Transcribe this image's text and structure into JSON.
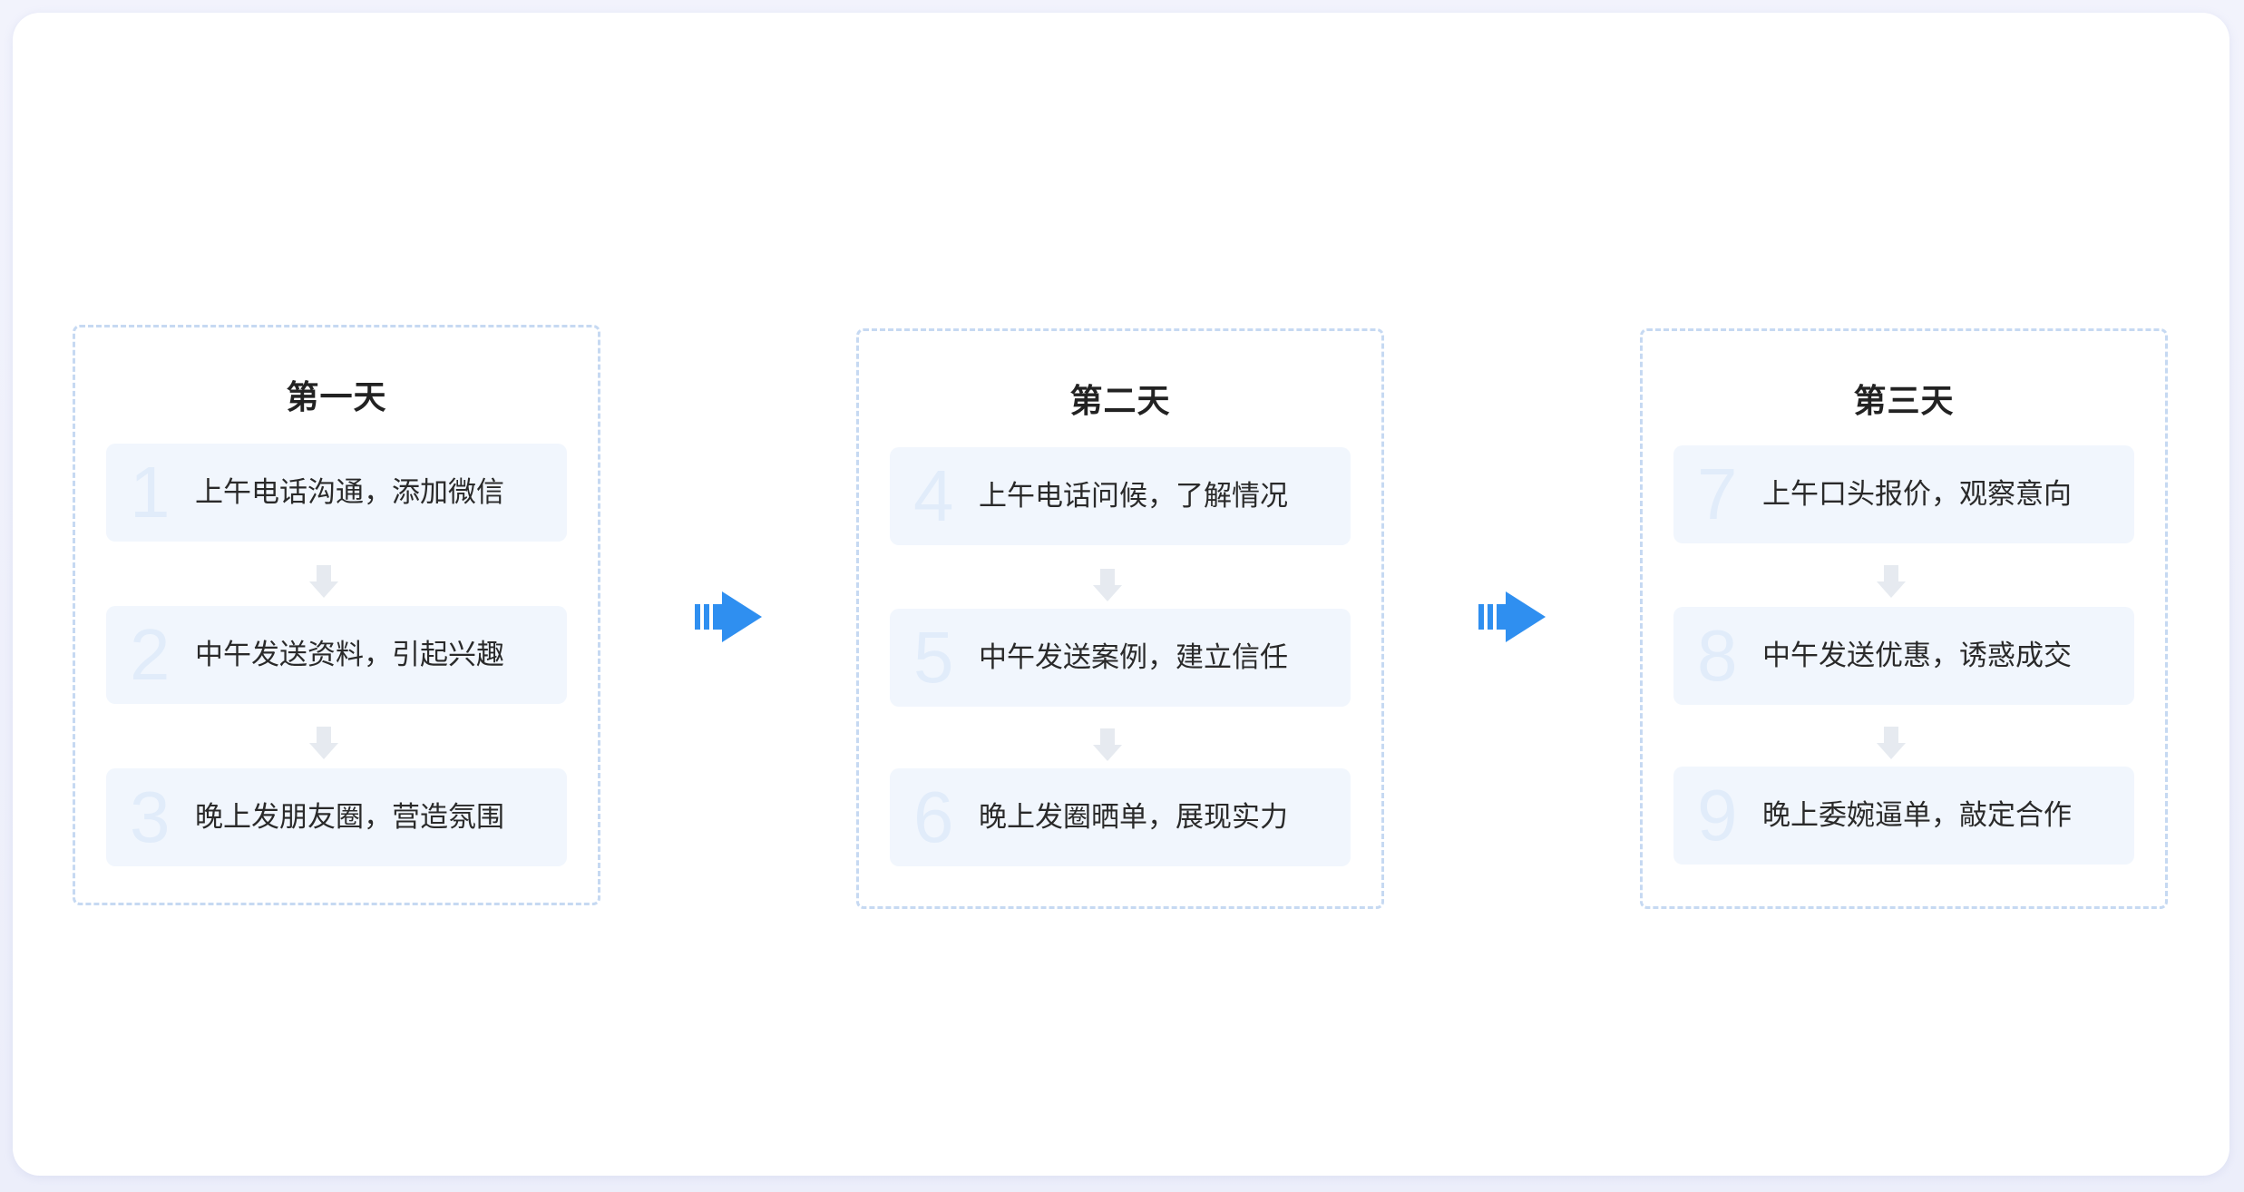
{
  "accent_color": "#2f8ff0",
  "days": [
    {
      "title": "第一天",
      "steps": [
        {
          "num": "1",
          "text": "上午电话沟通，添加微信"
        },
        {
          "num": "2",
          "text": "中午发送资料，引起兴趣"
        },
        {
          "num": "3",
          "text": "晚上发朋友圈，营造氛围"
        }
      ]
    },
    {
      "title": "第二天",
      "steps": [
        {
          "num": "4",
          "text": "上午电话问候，了解情况"
        },
        {
          "num": "5",
          "text": "中午发送案例，建立信任"
        },
        {
          "num": "6",
          "text": "晚上发圈晒单，展现实力"
        }
      ]
    },
    {
      "title": "第三天",
      "steps": [
        {
          "num": "7",
          "text": "上午口头报价，观察意向"
        },
        {
          "num": "8",
          "text": "中午发送优惠，诱惑成交"
        },
        {
          "num": "9",
          "text": "晚上委婉逼单，敲定合作"
        }
      ]
    }
  ]
}
